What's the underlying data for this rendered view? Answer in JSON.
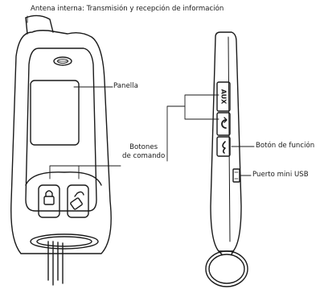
{
  "labels": {
    "antenna": "Antena interna: Transmisión y recepción de información",
    "display": "Panella",
    "command_buttons_line1": "Botones",
    "command_buttons_line2": "de comando",
    "function_button": "Botón de función",
    "usb_port": "Puerto mini USB",
    "aux_key": "AUX"
  },
  "icons": [
    "car-logo-icon",
    "lock-icon",
    "unlock-icon",
    "refresh-icon",
    "function-icon"
  ],
  "colors": {
    "ink": "#1a1a1a",
    "background": "#ffffff"
  }
}
